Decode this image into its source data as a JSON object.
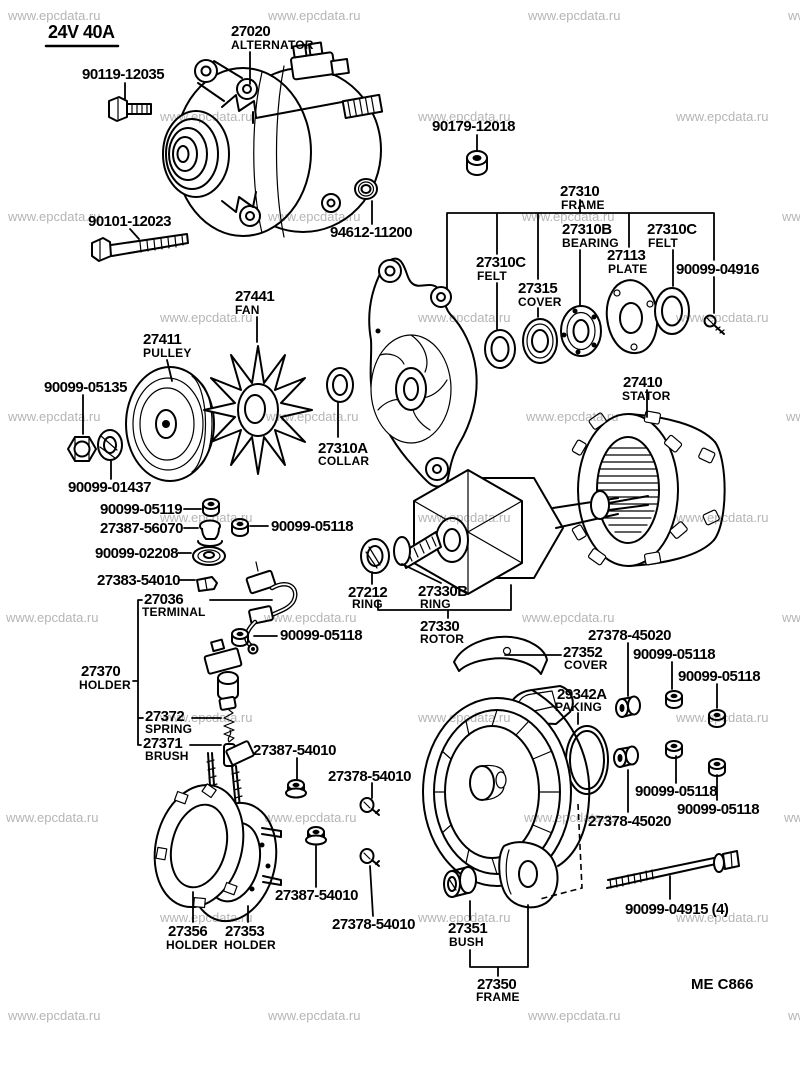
{
  "meta": {
    "watermark": "www.epcdata.ru",
    "spec": "24V 40A",
    "figure_code": "ME C866"
  },
  "labels": [
    {
      "code": "27020",
      "name": "ALTERNATOR"
    },
    {
      "code": "90119-12035"
    },
    {
      "code": "90179-12018"
    },
    {
      "code": "90101-12023"
    },
    {
      "code": "94612-11200"
    },
    {
      "code": "27310",
      "name": "FRAME"
    },
    {
      "code": "27310B",
      "name": "BEARING"
    },
    {
      "code": "27310C",
      "name": "FELT"
    },
    {
      "code": "27113",
      "name": "PLATE"
    },
    {
      "code": "90099-04916"
    },
    {
      "code": "27310C",
      "name": "FELT"
    },
    {
      "code": "27315",
      "name": "COVER"
    },
    {
      "code": "27441",
      "name": "FAN"
    },
    {
      "code": "27411",
      "name": "PULLEY"
    },
    {
      "code": "90099-05135"
    },
    {
      "code": "27310A",
      "name": "COLLAR"
    },
    {
      "code": "27410",
      "name": "STATOR"
    },
    {
      "code": "90099-01437"
    },
    {
      "code": "90099-05119"
    },
    {
      "code": "27387-56070"
    },
    {
      "code": "90099-05118"
    },
    {
      "code": "90099-02208"
    },
    {
      "code": "27383-54010"
    },
    {
      "code": "27036",
      "name": "TERMINAL"
    },
    {
      "code": "90099-05118"
    },
    {
      "code": "27370",
      "name": "HOLDER"
    },
    {
      "code": "27372",
      "name": "SPRING"
    },
    {
      "code": "27371",
      "name": "BRUSH"
    },
    {
      "code": "27212",
      "name": "RING"
    },
    {
      "code": "27330B",
      "name": "RING"
    },
    {
      "code": "27330",
      "name": "ROTOR"
    },
    {
      "code": "27352",
      "name": "COVER"
    },
    {
      "code": "27378-45020"
    },
    {
      "code": "90099-05118"
    },
    {
      "code": "90099-05118"
    },
    {
      "code": "29342A",
      "name": "PAKING"
    },
    {
      "code": "90099-05118"
    },
    {
      "code": "90099-05118"
    },
    {
      "code": "27378-45020"
    },
    {
      "code": "27387-54010"
    },
    {
      "code": "27378-54010"
    },
    {
      "code": "27387-54010"
    },
    {
      "code": "27378-54010"
    },
    {
      "code": "27356",
      "name": "HOLDER"
    },
    {
      "code": "27353",
      "name": "HOLDER"
    },
    {
      "code": "27351",
      "name": "BUSH"
    },
    {
      "code": "27350",
      "name": "FRAME"
    },
    {
      "code": "90099-04915 (4)"
    }
  ]
}
